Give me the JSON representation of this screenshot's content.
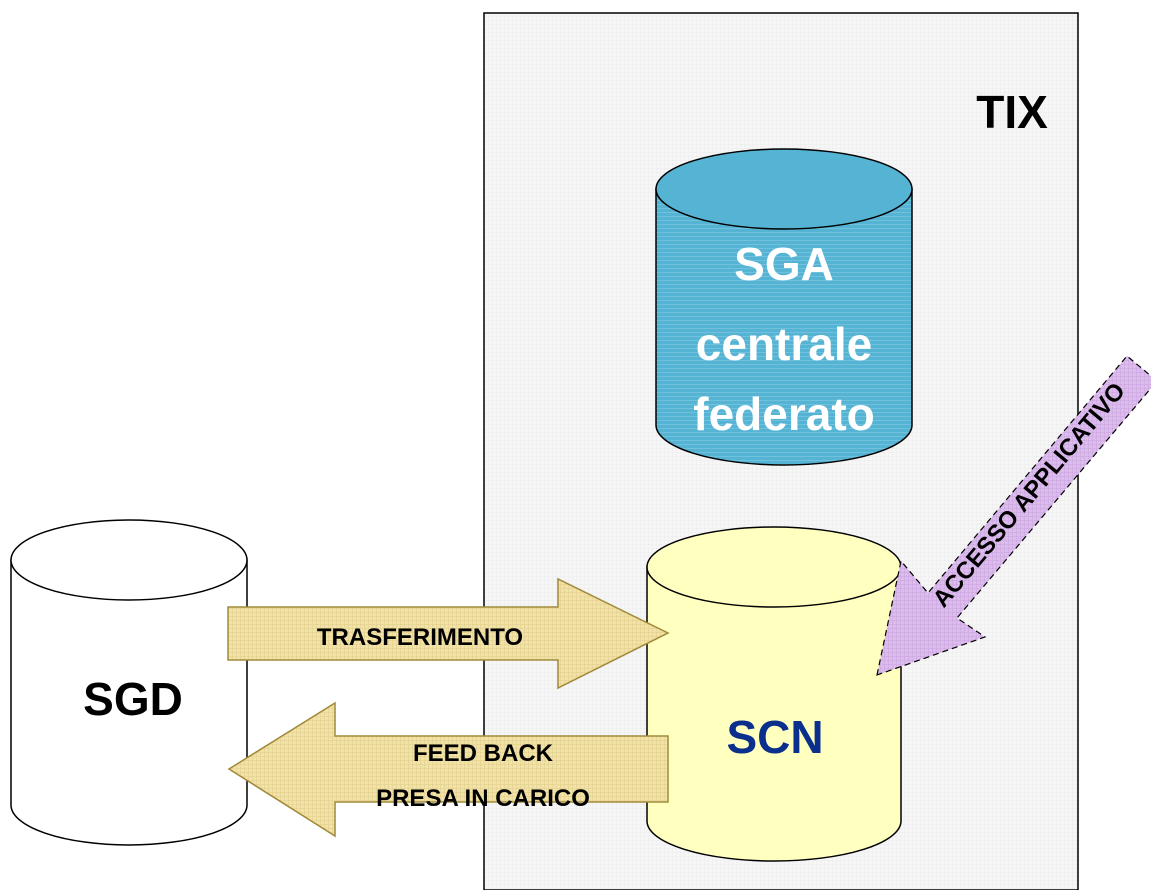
{
  "container": {
    "label": "TIX",
    "fill": "#f7f7f7",
    "stroke": "#000000"
  },
  "sga_db": {
    "lines": [
      "SGA",
      "centrale",
      "federato"
    ],
    "fill": "#55b3d4",
    "text_color": "#ffffff"
  },
  "scn_db": {
    "label": "SCN",
    "fill": "#ffffc0",
    "text_color": "#0a2f8c"
  },
  "sgd_db": {
    "label": "SGD",
    "fill": "#ffffff",
    "text_color": "#000000"
  },
  "arrows": {
    "transfer": {
      "label": "TRASFERIMENTO",
      "fill": "#efe1a8"
    },
    "feedback": {
      "lines": [
        "FEED BACK",
        "PRESA IN CARICO"
      ],
      "fill": "#efe1a8"
    },
    "access": {
      "label": "ACCESSO APPLICATIVO",
      "fill": "#d8b4ea"
    }
  }
}
